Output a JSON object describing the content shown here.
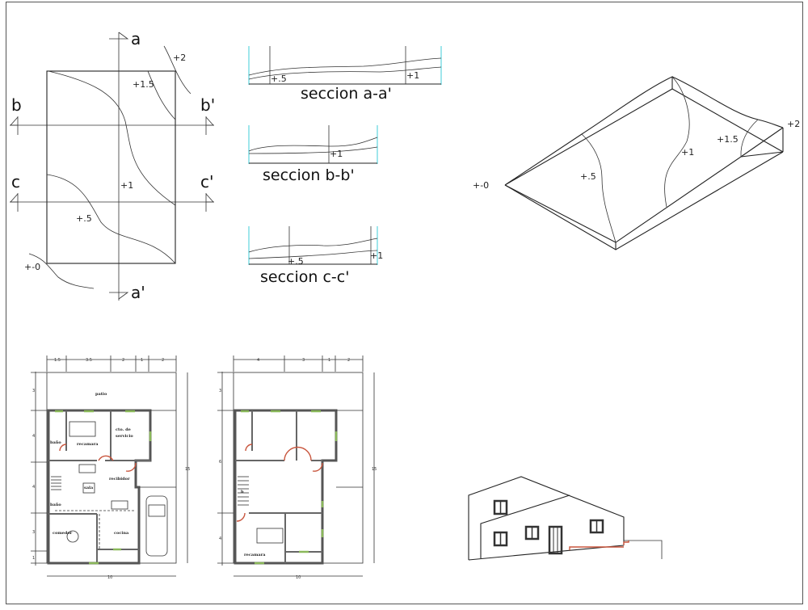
{
  "site_plan": {
    "section_marks": {
      "a_top": "a",
      "a_bottom": "a'",
      "b_left": "b",
      "b_right": "b'",
      "c_left": "c",
      "c_right": "c'"
    },
    "contours": {
      "plus2": "+2",
      "plus1_5": "+1.5",
      "plus1": "+1",
      "plus_5": "+.5",
      "zero": "+-0"
    }
  },
  "sections": [
    {
      "title": "seccion a-a'",
      "marks": [
        "+.5",
        "+1"
      ]
    },
    {
      "title": "seccion b-b'",
      "marks": [
        "+1"
      ]
    },
    {
      "title": "seccion c-c'",
      "marks": [
        "+.5",
        "+1"
      ]
    }
  ],
  "isometric": {
    "labels": {
      "zero": "+-0",
      "plus_5": "+.5",
      "plus1": "+1",
      "plus1_5": "+1.5",
      "plus2": "+2"
    }
  },
  "ground_floor": {
    "dims_top": [
      "1.5",
      "3.5",
      "2",
      "1",
      "2"
    ],
    "dims_left": [
      "3",
      "4",
      "4",
      "3",
      "1"
    ],
    "dim_right": "15",
    "dim_bottom": "10",
    "rooms": {
      "patio": "patio",
      "recamara": "recamara",
      "servicio_1": "cto. de",
      "servicio_2": "servicio",
      "bano": "baño",
      "sala": "sala",
      "recibidor": "recibidor",
      "bano2": "baño",
      "comedor": "comedor",
      "cocina": "cocina"
    }
  },
  "upper_floor": {
    "dims_top": [
      "4",
      "3",
      "1",
      "2"
    ],
    "dims_left": [
      "3",
      "6",
      "4"
    ],
    "dim_right": "15",
    "dim_bottom": "10",
    "rooms": {
      "recamara": "recamara",
      "stair_mark": "b"
    }
  },
  "elevation": {},
  "colors": {
    "line": "#222222",
    "wall": "#555555",
    "section_edge": "#5fd6e0",
    "door": "#c8553d",
    "window": "#8ab85a"
  }
}
